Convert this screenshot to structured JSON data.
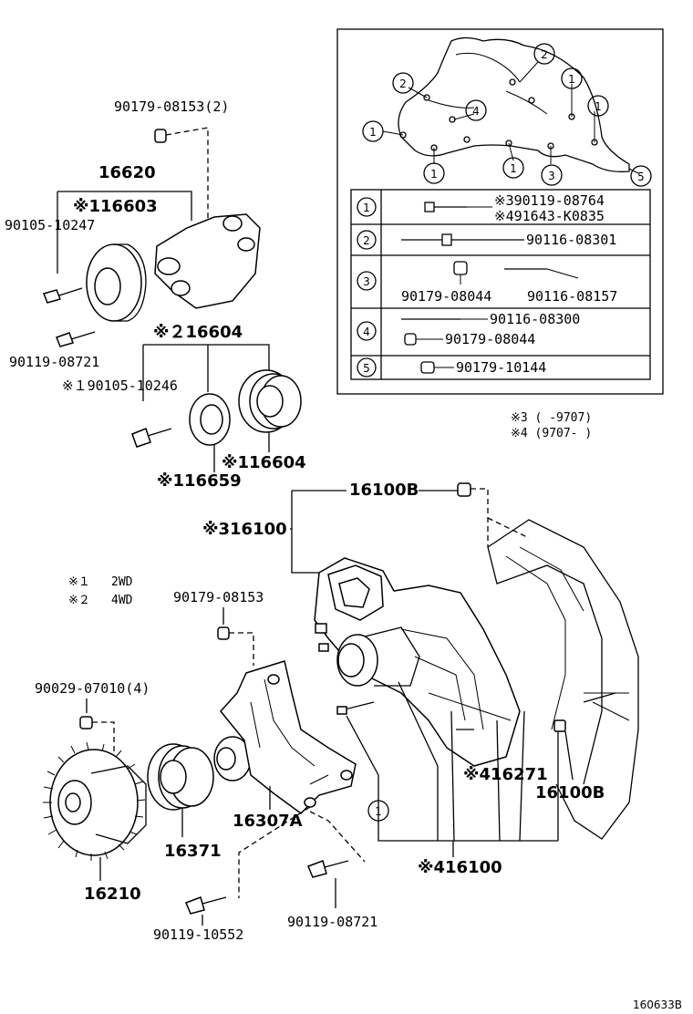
{
  "callouts": {
    "p90179_08153_2": "90179-08153(2)",
    "p16620": "16620",
    "p16603": "※116603",
    "p90105_10247": "90105-10247",
    "p90119_08721_top": "90119-08721",
    "p16604_grp": "※２16604",
    "p90105_10246": "※１90105-10246",
    "p16604_pulley": "※116604",
    "p16659": "※116659",
    "p16100B_top": "16100B",
    "p16100_top": "※316100",
    "p90179_08153": "90179-08153",
    "p90029_07010": "90029-07010(4)",
    "p16307A": "16307A",
    "p16371": "16371",
    "p16210": "16210",
    "p90119_10552": "90119-10552",
    "p90119_08721_bot": "90119-08721",
    "p16271": "※416271",
    "p16100B_bot": "16100B",
    "p16100_bot": "※416100",
    "circle1_bottom": "1"
  },
  "notes": {
    "n1_mark": "※１",
    "n1_text": "2WD",
    "n2_mark": "※２",
    "n2_text": "4WD",
    "n3": "※3 (      -9707)",
    "n4": "※4 (9707-      )"
  },
  "inset": {
    "circles": [
      "2",
      "2",
      "1",
      "1",
      "1",
      "4",
      "1",
      "1",
      "3",
      "5"
    ],
    "table": [
      {
        "key": "1",
        "parts": [
          "※390119-08764",
          "※491643-K0835"
        ]
      },
      {
        "key": "2",
        "parts": [
          "90116-08301"
        ]
      },
      {
        "key": "3",
        "parts": [
          "90179-08044",
          "90116-08157"
        ]
      },
      {
        "key": "4",
        "parts": [
          "90116-08300",
          "90179-08044"
        ]
      },
      {
        "key": "5",
        "parts": [
          "90179-10144"
        ]
      }
    ]
  },
  "figure_id": "160633B"
}
